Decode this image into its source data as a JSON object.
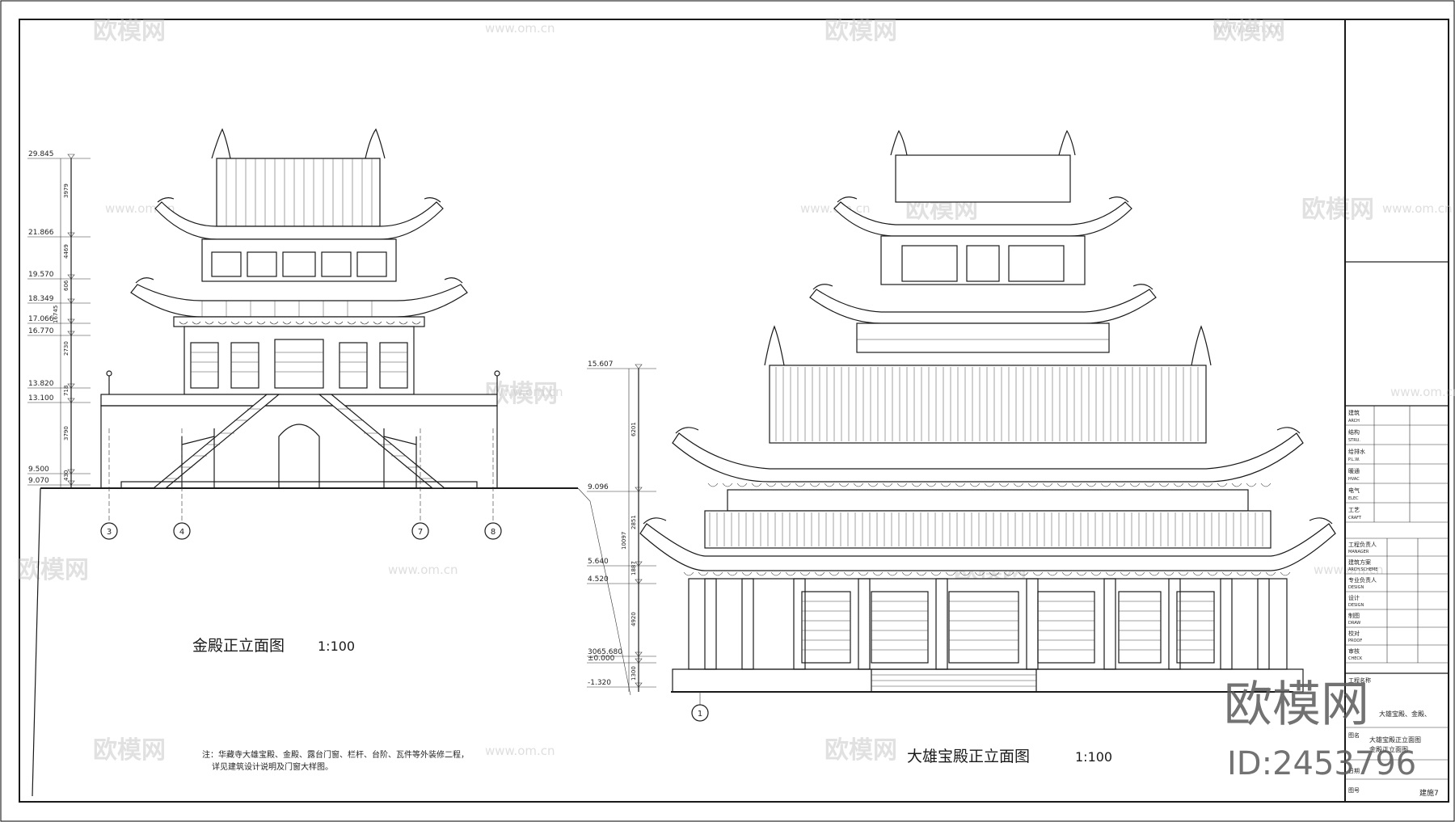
{
  "left_drawing": {
    "title": "金殿正立面图",
    "scale": "1:100",
    "levels": [
      "29.845",
      "21.866",
      "19.570",
      "18.349",
      "17.066",
      "16.770",
      "13.820",
      "13.100",
      "9.500",
      "9.070"
    ],
    "dimensions": [
      "3979",
      "4469",
      "606",
      "2730",
      "718",
      "3790",
      "430",
      "16745"
    ],
    "axes": [
      "3",
      "4",
      "7",
      "8"
    ]
  },
  "right_drawing": {
    "title": "大雄宝殿正立面图",
    "scale": "1:100",
    "levels": [
      "15.607",
      "9.096",
      "5.640",
      "4.520",
      "3065.680",
      "±0.000",
      "-1.320"
    ],
    "dimensions": [
      "6201",
      "2851",
      "1887",
      "4920",
      "1300",
      "10097"
    ],
    "axes": [
      "1"
    ]
  },
  "note": {
    "line1": "注：华藏寺大雄宝殿、金殿、露台门窗、栏杆、台阶、瓦件等外装修二程，",
    "line2": "详见建筑设计说明及门窗大样图。"
  },
  "title_block": {
    "rows": [
      {
        "cn": "建筑",
        "en": "ARCH"
      },
      {
        "cn": "结构",
        "en": "STRU."
      },
      {
        "cn": "给排水",
        "en": "P.L.W."
      },
      {
        "cn": "暖通",
        "en": "HVAC"
      },
      {
        "cn": "电气",
        "en": "ELEC"
      },
      {
        "cn": "工艺",
        "en": "CRAFT"
      }
    ],
    "staff": [
      {
        "cn": "工程负责人",
        "en": "MANAGER"
      },
      {
        "cn": "建筑方案",
        "en": "ARCH.SCHEME"
      },
      {
        "cn": "专业负责人",
        "en": "DESIGN"
      },
      {
        "cn": "设计",
        "en": "DESIGN"
      },
      {
        "cn": "制图",
        "en": "DRAW"
      },
      {
        "cn": "校对",
        "en": "PROOF"
      },
      {
        "cn": "审核",
        "en": "CHECK"
      }
    ],
    "project_label": "工程名称",
    "project_name": "大雄宝殿、金殿、",
    "drawing_label": "图名",
    "drawing_name_line1": "大雄宝殿正立面图",
    "drawing_name_line2": "金殿正立面图",
    "date_label": "日期",
    "drawing_no_label": "图号",
    "drawing_no": "建施7"
  },
  "watermark": {
    "brand": "欧模网",
    "url": "www.om.cn",
    "big_brand": "欧模网",
    "id_text": "ID:2453796"
  }
}
